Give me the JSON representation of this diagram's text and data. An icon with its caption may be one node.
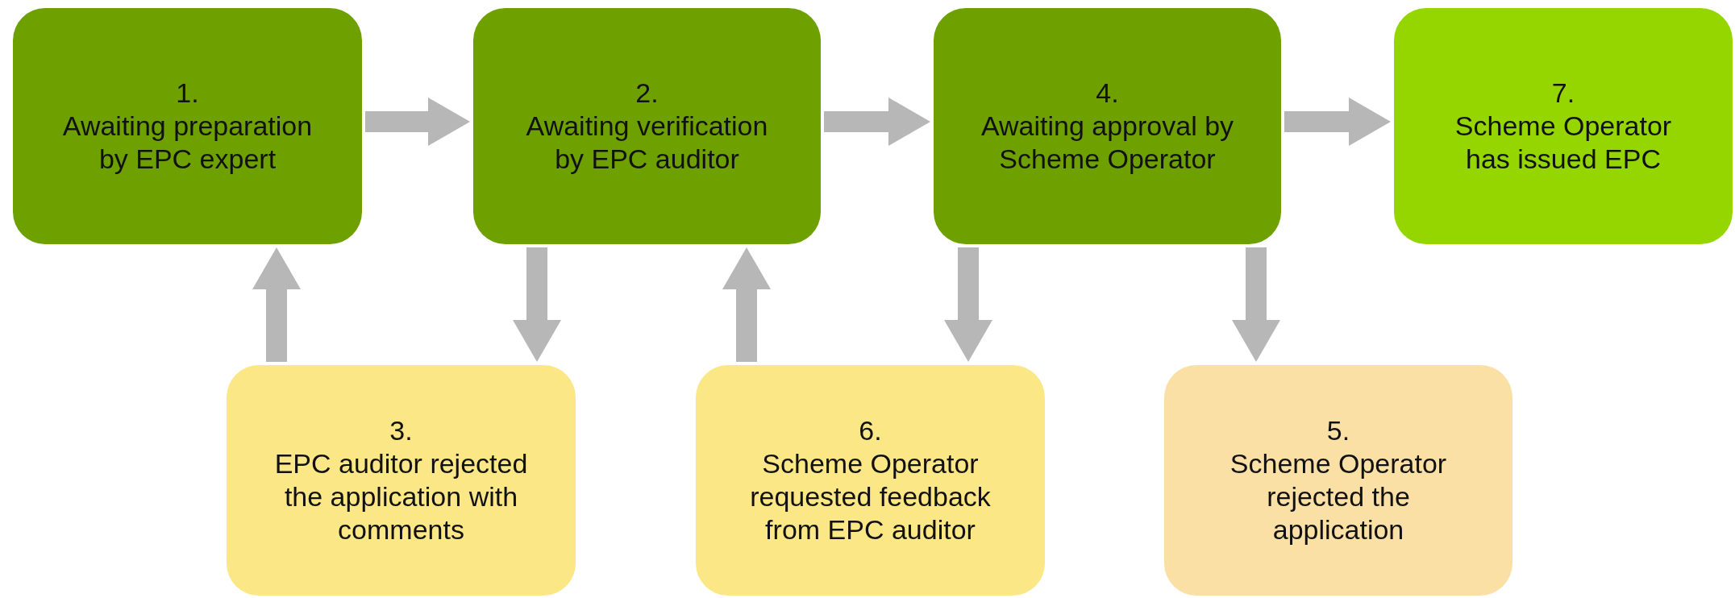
{
  "diagram": {
    "nodes": [
      {
        "text": [
          "1.",
          "Awaiting preparation by EPC expert"
        ]
      },
      {
        "text": [
          "2.",
          "Awaiting verification by EPC auditor"
        ]
      },
      {
        "text": [
          "4.",
          "Awaiting approval by Scheme Operator"
        ]
      },
      {
        "text": [
          "7.",
          "Scheme Operator has issued EPC"
        ]
      },
      {
        "text": [
          "3.",
          "EPC auditor rejected the application with comments"
        ]
      },
      {
        "text": [
          "6.",
          "Scheme Operator requested feedback from EPC auditor"
        ]
      },
      {
        "text": [
          "5.",
          "Scheme Operator rejected the application"
        ]
      }
    ],
    "edges": [
      {
        "from": 0,
        "to": 1,
        "arrow": "to"
      },
      {
        "from": 1,
        "to": 2,
        "arrow": "to"
      },
      {
        "from": 2,
        "to": 3,
        "arrow": "to"
      },
      {
        "from": 4,
        "to": 0,
        "arrow": "to"
      },
      {
        "from": 1,
        "to": 4,
        "arrow": "to"
      },
      {
        "from": 5,
        "to": 1,
        "arrow": "to"
      },
      {
        "from": 2,
        "to": 5,
        "arrow": "to"
      },
      {
        "from": 2,
        "to": 6,
        "arrow": "to"
      }
    ]
  }
}
